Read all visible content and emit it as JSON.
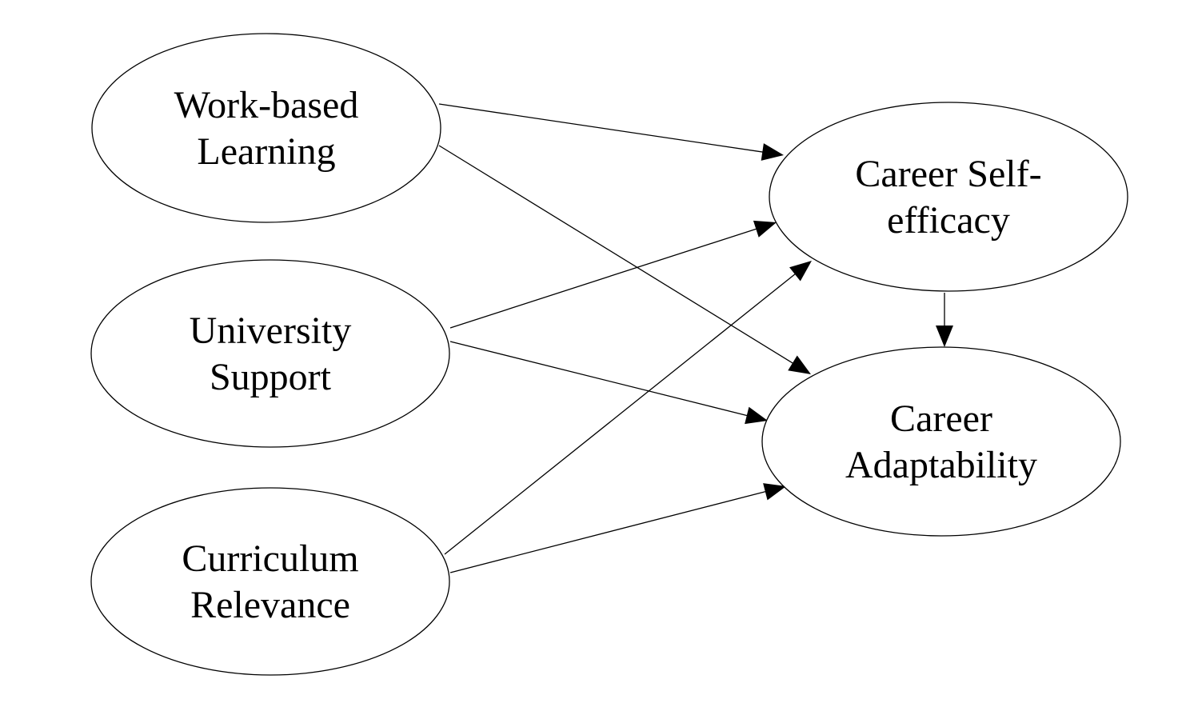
{
  "diagram": {
    "nodes": [
      {
        "id": "wbl",
        "lines": [
          "Work-based",
          "Learning"
        ]
      },
      {
        "id": "us",
        "lines": [
          "University",
          "Support"
        ]
      },
      {
        "id": "cr",
        "lines": [
          "Curriculum",
          "Relevance"
        ]
      },
      {
        "id": "cse",
        "lines": [
          "Career Self-",
          "efficacy"
        ]
      },
      {
        "id": "ca",
        "lines": [
          "Career",
          "Adaptability"
        ]
      }
    ],
    "edges": [
      {
        "from": "wbl",
        "to": "cse"
      },
      {
        "from": "wbl",
        "to": "ca"
      },
      {
        "from": "us",
        "to": "cse"
      },
      {
        "from": "us",
        "to": "ca"
      },
      {
        "from": "cr",
        "to": "cse"
      },
      {
        "from": "cr",
        "to": "ca"
      },
      {
        "from": "cse",
        "to": "ca"
      }
    ],
    "colors": {
      "stroke": "#000000",
      "fill": "#ffffff",
      "background": "#ffffff"
    }
  }
}
